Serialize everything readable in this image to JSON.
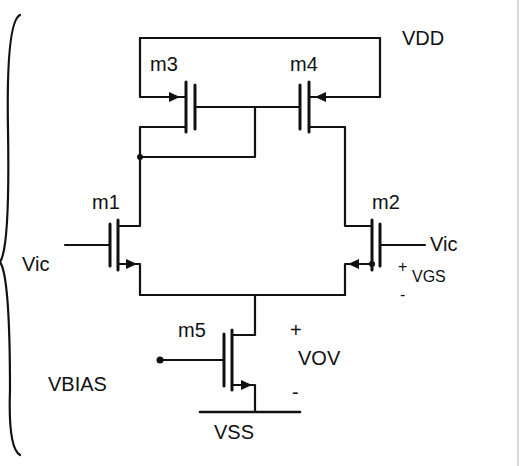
{
  "diagram": {
    "labels": [
      "VDD",
      "m3",
      "m4",
      "m1",
      "m2",
      "Vic",
      "Vic",
      "+",
      "VGS",
      "-",
      "m5",
      "+",
      "VOV",
      "-",
      "VBIAS",
      "VSS"
    ]
  }
}
